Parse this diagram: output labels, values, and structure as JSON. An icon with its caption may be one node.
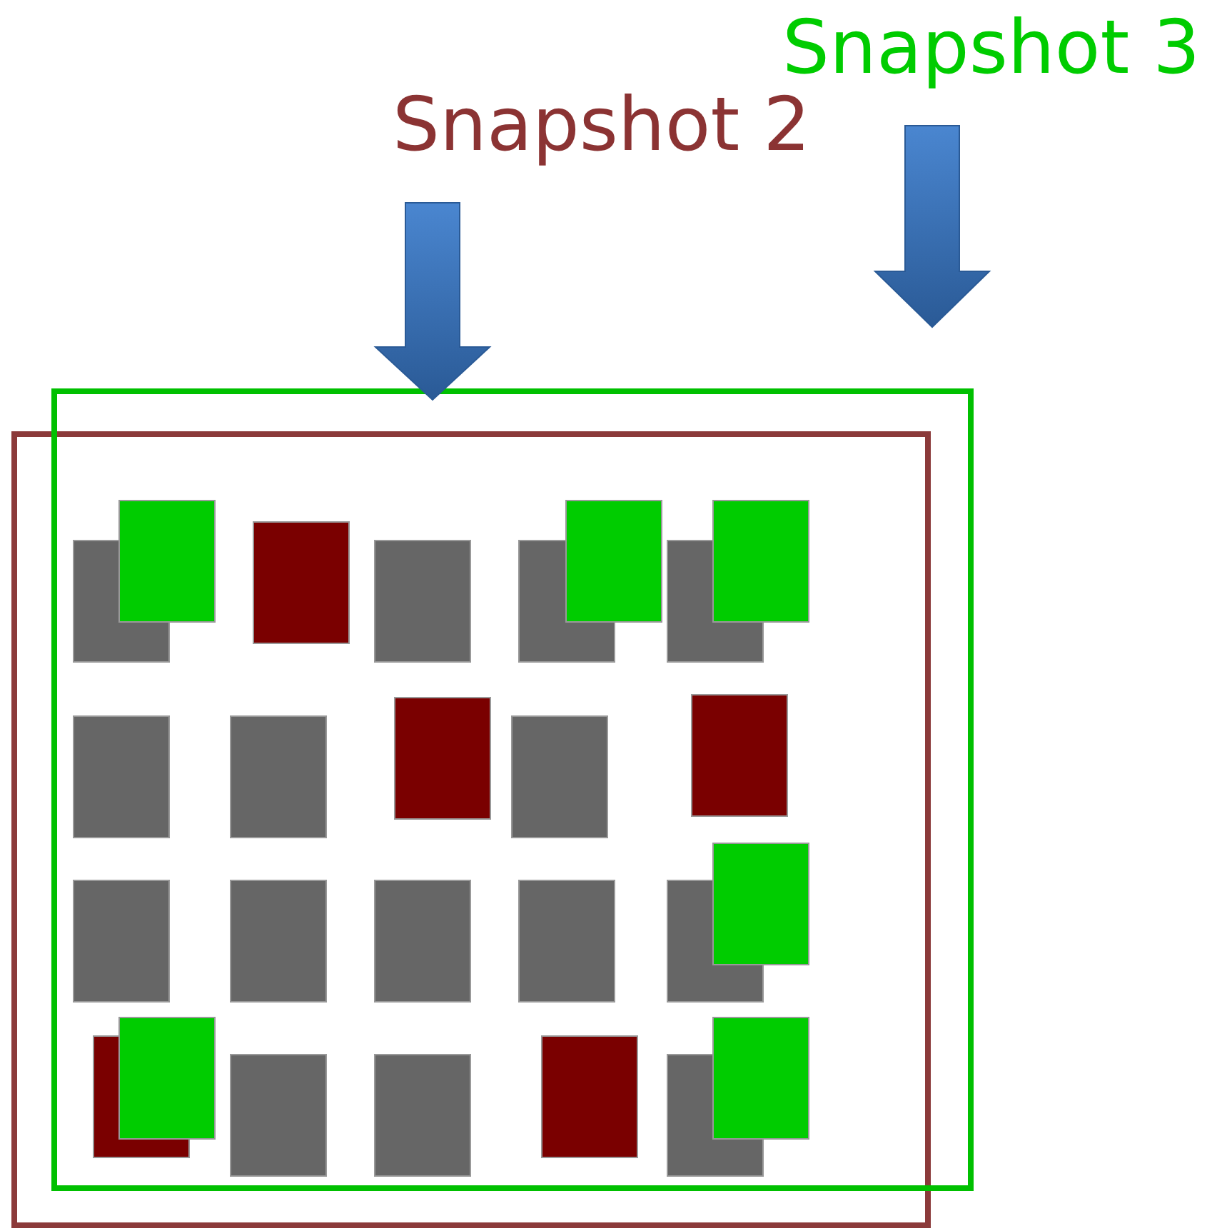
{
  "diagram": {
    "nodes": [
      {
        "text": [
          "Snapshot 2"
        ]
      },
      {
        "text": [
          "Snapshot 3"
        ]
      },
      {
        "text": [],
        "shape": "box"
      },
      {
        "text": [],
        "shape": "box"
      }
    ],
    "edges": [
      {
        "from": 0,
        "to": null,
        "arrow": "to"
      },
      {
        "from": 1,
        "to": null,
        "arrow": "to"
      }
    ]
  }
}
